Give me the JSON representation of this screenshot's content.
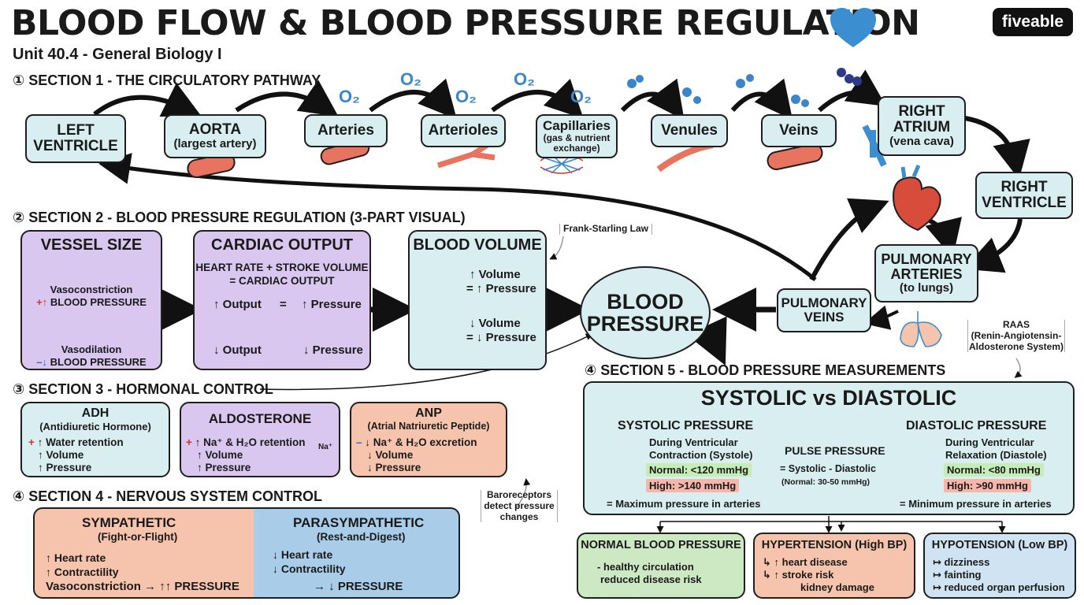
{
  "header": {
    "title": "BLOOD FLOW & BLOOD PRESSURE REGULATION",
    "subtitle": "Unit 40.4 - General Biology I",
    "logo": "fiveable"
  },
  "section1": {
    "heading": "① SECTION 1 - THE CIRCULATORY PATHWAY",
    "o2": "O₂",
    "nodes": {
      "left_ventricle": [
        "LEFT",
        "VENTRICLE"
      ],
      "aorta": [
        "AORTA",
        "(largest artery)"
      ],
      "arteries": "Arteries",
      "arterioles": "Arterioles",
      "capillaries": [
        "Capillaries",
        "(gas & nutrient",
        "exchange)"
      ],
      "venules": "Venules",
      "veins": "Veins",
      "right_atrium": [
        "RIGHT",
        "ATRIUM",
        "(vena cava)"
      ],
      "right_ventricle": [
        "RIGHT",
        "VENTRICLE"
      ],
      "pulmonary_arteries": [
        "PULMONARY",
        "ARTERIES",
        "(to lungs)"
      ],
      "pulmonary_veins": [
        "PULMONARY",
        "VEINS"
      ]
    }
  },
  "section2": {
    "heading": "② SECTION 2 - BLOOD PRESSURE REGULATION (3-PART VISUAL)",
    "vessel_size": {
      "title": "VESSEL SIZE",
      "constriction": "Vasoconstriction",
      "constriction_effect_sign": "+↑",
      "constriction_effect": "BLOOD PRESSURE",
      "dilation": "Vasodilation",
      "dilation_effect_sign": "–↓",
      "dilation_effect": "BLOOD PRESSURE"
    },
    "cardiac_output": {
      "title": "CARDIAC OUTPUT",
      "formula1": "HEART RATE + STROKE VOLUME",
      "formula2": "= CARDIAC OUTPUT",
      "up_output": "↑ Output",
      "equals": "=",
      "up_pressure": "↑ Pressure",
      "down_output": "↓ Output",
      "down_pressure": "↓ Pressure"
    },
    "blood_volume": {
      "title": "BLOOD VOLUME",
      "up1": "↑ Volume",
      "up2": "= ↑ Pressure",
      "down1": "↓ Volume",
      "down2": "= ↓ Pressure"
    },
    "frank_starling": "Frank-Starling Law",
    "blood_pressure": [
      "BLOOD",
      "PRESSURE"
    ]
  },
  "section3": {
    "heading": "③ SECTION 3 - HORMONAL CONTROL",
    "adh": {
      "title": "ADH",
      "sub": "(Antidiuretic Hormone)",
      "sign": "+",
      "l1": "↑ Water retention",
      "l2": "↑ Volume",
      "l3": "↑ Pressure"
    },
    "aldosterone": {
      "title": "ALDOSTERONE",
      "sign": "+",
      "l1": "↑ Na⁺ & H₂O retention",
      "l2": "↑ Volume",
      "l3": "↑ Pressure",
      "badge": "Na⁺"
    },
    "anp": {
      "title": "ANP",
      "sub": "(Atrial Natriuretic Peptide)",
      "sign": "–",
      "l1": "↓ Na⁺ & H₂O excretion",
      "l2": "↓ Volume",
      "l3": "↓ Pressure"
    },
    "raas": [
      "RAAS",
      "(Renin-Angiotensin-",
      "Aldosterone System)"
    ]
  },
  "section4": {
    "heading": "④ SECTION 4 - NERVOUS SYSTEM CONTROL",
    "sympathetic": {
      "title": "SYMPATHETIC",
      "sub": "(Fight-or-Flight)",
      "l1": "↑ Heart rate",
      "l2": "↑ Contractility",
      "l3": "Vasoconstriction → ↑↑ PRESSURE"
    },
    "parasympathetic": {
      "title": "PARASYMPATHETIC",
      "sub": "(Rest-and-Digest)",
      "l1": "↓ Heart rate",
      "l2": "↓ Contractility",
      "l3": "→ ↓ PRESSURE"
    },
    "baroreceptors": [
      "Baroreceptors",
      "detect pressure",
      "changes"
    ]
  },
  "section5": {
    "heading": "④ SECTION 5 - BLOOD PRESSURE MEASUREMENTS",
    "title": "SYSTOLIC vs DIASTOLIC",
    "systolic": {
      "title": "SYSTOLIC PRESSURE",
      "d1": "During Ventricular",
      "d2": "Contraction (Systole)",
      "normal": "Normal: <120 mmHg",
      "high": "High: >140 mmHg",
      "footer": "= Maximum pressure in arteries"
    },
    "pulse": {
      "title": "PULSE PRESSURE",
      "formula": "= Systolic - Diastolic",
      "normal": "(Normal: 30-50 mmHg)"
    },
    "diastolic": {
      "title": "DIASTOLIC PRESSURE",
      "d1": "During Ventricular",
      "d2": "Relaxation (Diastole)",
      "normal": "Normal: <80 mmHg",
      "high": "High: >90 mmHg",
      "footer": "= Minimum pressure in arteries"
    },
    "normal_bp": {
      "title": "NORMAL BLOOD PRESSURE",
      "l1": "- healthy circulation",
      "l2": "reduced disease risk"
    },
    "hypertension": {
      "title": "HYPERTENSION (High BP)",
      "l1": "↑ heart disease",
      "l2": "↑ stroke risk",
      "l3": "kidney damage"
    },
    "hypotension": {
      "title": "HYPOTENSION (Low BP)",
      "l1": "dizziness",
      "l2": "fainting",
      "l3": "reduced organ perfusion"
    }
  },
  "colors": {
    "pathway_box": "#d9eef0",
    "purple_box": "#d9c7f0",
    "salmon_box": "#f6c4ad",
    "blue_box": "#a9cce8",
    "green_box": "#cde9c4",
    "vessel_red": "#e8735f",
    "heart_blue": "#3b8fd0",
    "o2_blue": "#3a86c8"
  }
}
